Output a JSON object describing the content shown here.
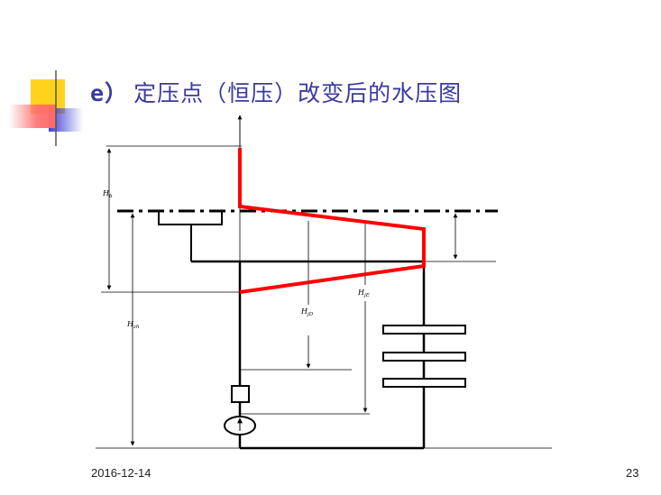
{
  "slide": {
    "title_lead": "e）",
    "title_rest": "定压点（恒压）改变后的水压图",
    "date": "2016-12-14",
    "page_number": "23"
  },
  "labels": {
    "hb": {
      "main": "H",
      "sub": "b"
    },
    "hzh": {
      "main": "H",
      "sub": "zh"
    },
    "hjd": {
      "main": "H",
      "sub": "jD"
    },
    "hje": {
      "main": "H",
      "sub": "jE"
    }
  },
  "colors": {
    "title": "#3a3aa0",
    "pressure_line": "#ff0000",
    "deco_yellow": "#ffd21e",
    "deco_blue": "#3f3fd8",
    "deco_red": "#ff6b6b"
  }
}
